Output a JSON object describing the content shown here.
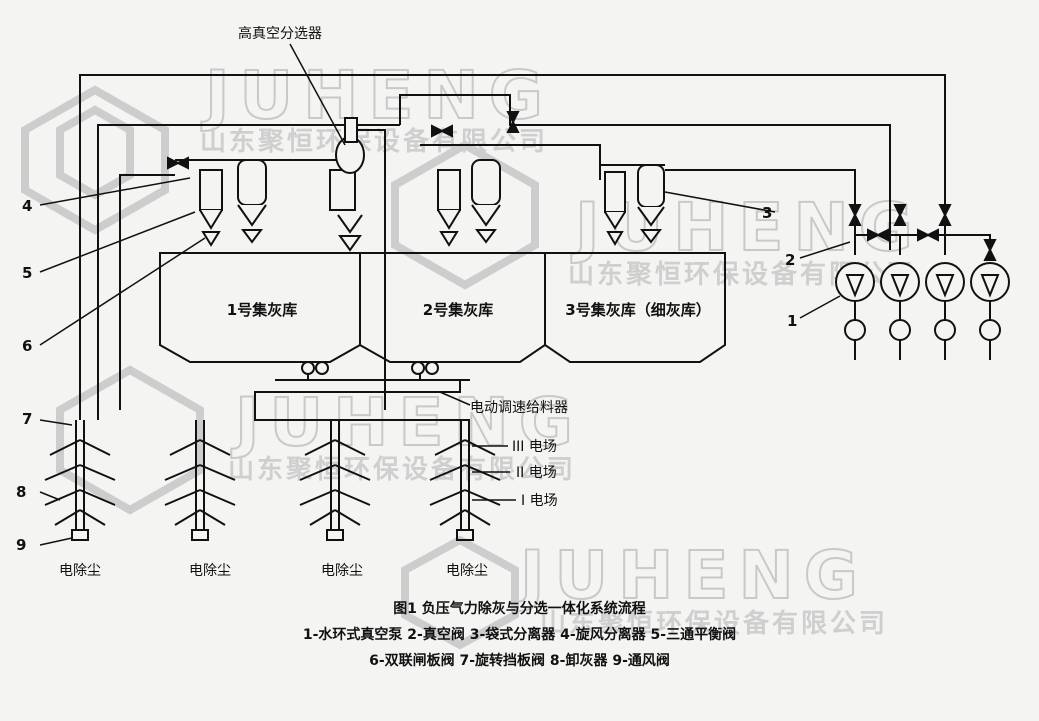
{
  "watermark": {
    "brand": "JUHENG",
    "company": "山东聚恒环保设备有限公司"
  },
  "labels": {
    "high_vacuum_separator": "高真空分选器",
    "feeder": "电动调速给料器",
    "field_3": "III 电场",
    "field_2": "II 电场",
    "field_1": "I 电场",
    "precipitator": "电除尘"
  },
  "hoppers": [
    "1号集灰库",
    "2号集灰库",
    "3号集灰库（细灰库）"
  ],
  "callouts": {
    "n1": "1",
    "n2": "2",
    "n3": "3",
    "n4": "4",
    "n5": "5",
    "n6": "6",
    "n7": "7",
    "n8": "8",
    "n9": "9"
  },
  "caption": {
    "title": "图1 负压气力除灰与分选一体化系统流程",
    "legend_1": "1-水环式真空泵  2-真空阀  3-袋式分离器  4-旋风分离器  5-三通平衡阀",
    "legend_2": "6-双联闸板阀  7-旋转挡板阀  8-卸灰器  9-通风阀"
  }
}
